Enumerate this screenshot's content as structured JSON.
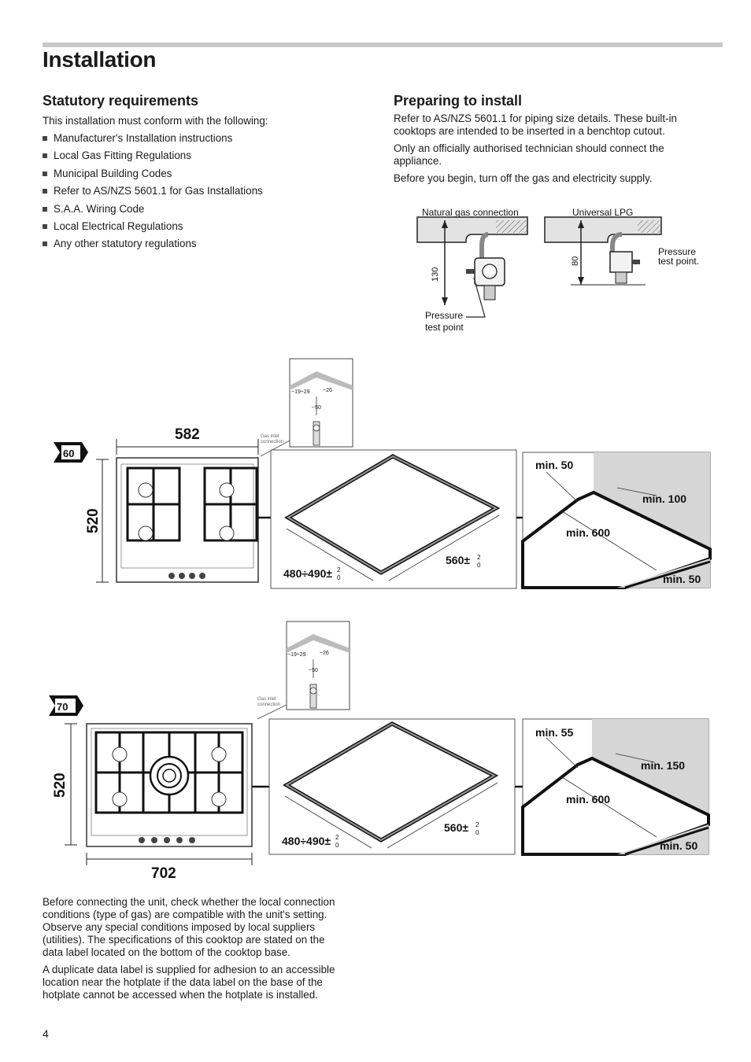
{
  "page": {
    "title": "Installation",
    "page_number": "4"
  },
  "statutory": {
    "heading": "Statutory requirements",
    "intro": "This installation must conform with the following:",
    "items": [
      "Manufacturer's Installation instructions",
      "Local Gas Fitting Regulations",
      "Municipal Building Codes",
      "Refer to AS/NZS 5601.1 for Gas Installations",
      "S.A.A. Wiring Code",
      "Local Electrical Regulations",
      "Any other statutory regulations"
    ]
  },
  "preparing": {
    "heading": "Preparing to install",
    "p1_line1": "Refer to AS/NZS 5601.1 for piping size details. These built-in",
    "p1_line2": "cooktops are intended to be inserted in a benchtop cutout.",
    "p2_line1": "Only an officially authorised technician should connect the",
    "p2_line2": "appliance.",
    "p3": "Before you begin, turn off the gas and electricity supply."
  },
  "gas_figure": {
    "natural_label": "Natural gas connection",
    "lpg_label": "Universal LPG",
    "dim_130": "130",
    "dim_80": "80",
    "pressure_left_1": "Pressure",
    "pressure_left_2": "test point",
    "pressure_right_1": "Pressure",
    "pressure_right_2": "test point."
  },
  "fig60": {
    "badge": "60",
    "width": "582",
    "depth": "520",
    "inlet_angle": "~19÷29",
    "inlet_26": "~26",
    "inlet_50": "~50",
    "inlet_caption_1": "Gas inlet",
    "inlet_caption_2": "connection",
    "cut_depth": "480÷490±",
    "cut_width": "560±",
    "tol_top": "2",
    "tol_bottom": "0",
    "min_rear": "min. 50",
    "min_wall": "min. 100",
    "min_height": "min. 600",
    "min_front": "min. 50"
  },
  "fig70": {
    "badge": "70",
    "width": "702",
    "depth": "520",
    "inlet_angle": "~19÷29",
    "inlet_26": "~26",
    "inlet_50": "~50",
    "inlet_caption_1": "Gas inlet",
    "inlet_caption_2": "connection",
    "cut_depth": "480÷490±",
    "cut_width": "560±",
    "tol_top": "2",
    "tol_bottom": "0",
    "min_rear": "min. 55",
    "min_wall": "min. 150",
    "min_height": "min. 600",
    "min_front": "min. 50"
  },
  "closing": {
    "p1_line1": "Before connecting the unit, check whether the local connection",
    "p1_line2": "conditions (type of gas) are compatible with the unit's setting.",
    "p1_line3": "Observe any special conditions imposed by local suppliers",
    "p1_line4": "(utilities). The specifications of this cooktop are stated on the",
    "p1_line5": "data label located on the bottom of the cooktop base.",
    "p2_line1": "A duplicate data label is supplied for adhesion to an accessible",
    "p2_line2": "location near the hotplate if the data label on the base of the",
    "p2_line3": "hotplate cannot be accessed when the hotplate is installed."
  }
}
